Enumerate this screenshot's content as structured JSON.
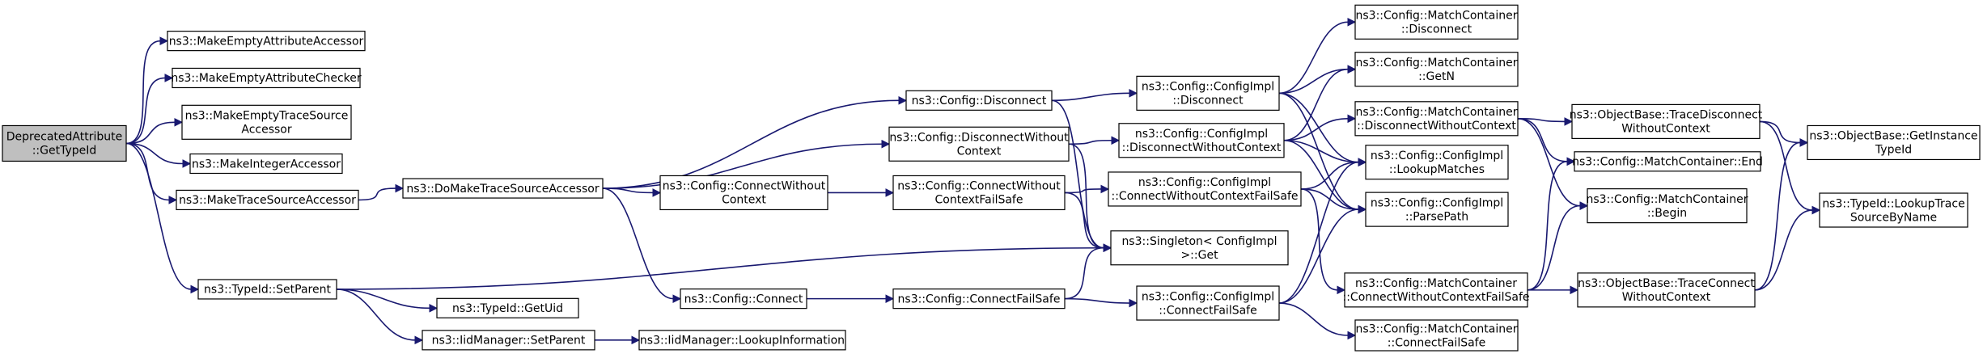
{
  "diagram": {
    "type": "call-graph",
    "nodes": [
      {
        "id": "root",
        "lines": [
          "DeprecatedAttribute",
          "::GetTypeId"
        ],
        "root": true
      },
      {
        "id": "mkEmptyAttrAcc",
        "lines": [
          "ns3::MakeEmptyAttributeAccessor"
        ]
      },
      {
        "id": "mkEmptyAttrChk",
        "lines": [
          "ns3::MakeEmptyAttributeChecker"
        ]
      },
      {
        "id": "mkEmptyTSA",
        "lines": [
          "ns3::MakeEmptyTraceSource",
          "Accessor"
        ]
      },
      {
        "id": "mkIntAcc",
        "lines": [
          "ns3::MakeIntegerAccessor"
        ]
      },
      {
        "id": "mkTSA",
        "lines": [
          "ns3::MakeTraceSourceAccessor"
        ]
      },
      {
        "id": "typeIdSetParent",
        "lines": [
          "ns3::TypeId::SetParent"
        ]
      },
      {
        "id": "doMakeTSA",
        "lines": [
          "ns3::DoMakeTraceSourceAccessor"
        ]
      },
      {
        "id": "typeIdGetUid",
        "lines": [
          "ns3::TypeId::GetUid"
        ]
      },
      {
        "id": "iidSetParent",
        "lines": [
          "ns3::IidManager::SetParent"
        ]
      },
      {
        "id": "iidLookup",
        "lines": [
          "ns3::IidManager::LookupInformation"
        ]
      },
      {
        "id": "cfgDisconnect",
        "lines": [
          "ns3::Config::Disconnect"
        ]
      },
      {
        "id": "cfgDisconnectWC",
        "lines": [
          "ns3::Config::DisconnectWithout",
          "Context"
        ]
      },
      {
        "id": "cfgConnectWC",
        "lines": [
          "ns3::Config::ConnectWithout",
          "Context"
        ]
      },
      {
        "id": "cfgConnect",
        "lines": [
          "ns3::Config::Connect"
        ]
      },
      {
        "id": "cfgConnectWCFS",
        "lines": [
          "ns3::Config::ConnectWithout",
          "ContextFailSafe"
        ]
      },
      {
        "id": "cfgConnectFS",
        "lines": [
          "ns3::Config::ConnectFailSafe"
        ]
      },
      {
        "id": "implDisconnect",
        "lines": [
          "ns3::Config::ConfigImpl",
          "::Disconnect"
        ]
      },
      {
        "id": "implDisconnectWC",
        "lines": [
          "ns3::Config::ConfigImpl",
          "::DisconnectWithoutContext"
        ]
      },
      {
        "id": "implConnectWCFS",
        "lines": [
          "ns3::Config::ConfigImpl",
          "::ConnectWithoutContextFailSafe"
        ]
      },
      {
        "id": "singletonGet",
        "lines": [
          "ns3::Singleton< ConfigImpl",
          " >::Get"
        ]
      },
      {
        "id": "implConnectFS",
        "lines": [
          "ns3::Config::ConfigImpl",
          "::ConnectFailSafe"
        ]
      },
      {
        "id": "mcDisconnect",
        "lines": [
          "ns3::Config::MatchContainer",
          "::Disconnect"
        ]
      },
      {
        "id": "mcGetN",
        "lines": [
          "ns3::Config::MatchContainer",
          "::GetN"
        ]
      },
      {
        "id": "mcDisconnectWC",
        "lines": [
          "ns3::Config::MatchContainer",
          "::DisconnectWithoutContext"
        ]
      },
      {
        "id": "implLookupMatches",
        "lines": [
          "ns3::Config::ConfigImpl",
          "::LookupMatches"
        ]
      },
      {
        "id": "implParsePath",
        "lines": [
          "ns3::Config::ConfigImpl",
          "::ParsePath"
        ]
      },
      {
        "id": "mcConnectWCFS",
        "lines": [
          "ns3::Config::MatchContainer",
          "::ConnectWithoutContextFailSafe"
        ]
      },
      {
        "id": "mcConnectFS",
        "lines": [
          "ns3::Config::MatchContainer",
          "::ConnectFailSafe"
        ]
      },
      {
        "id": "obTraceDisconnectWC",
        "lines": [
          "ns3::ObjectBase::TraceDisconnect",
          "WithoutContext"
        ]
      },
      {
        "id": "mcEnd",
        "lines": [
          "ns3::Config::MatchContainer::End"
        ]
      },
      {
        "id": "mcBegin",
        "lines": [
          "ns3::Config::MatchContainer",
          "::Begin"
        ]
      },
      {
        "id": "obTraceConnectWC",
        "lines": [
          "ns3::ObjectBase::TraceConnect",
          "WithoutContext"
        ]
      },
      {
        "id": "obGetInstanceTypeId",
        "lines": [
          "ns3::ObjectBase::GetInstance",
          "TypeId"
        ]
      },
      {
        "id": "typeIdLookupTSBN",
        "lines": [
          "ns3::TypeId::LookupTrace",
          "SourceByName"
        ]
      }
    ],
    "edges": [
      [
        "root",
        "mkEmptyAttrAcc"
      ],
      [
        "root",
        "mkEmptyAttrChk"
      ],
      [
        "root",
        "mkEmptyTSA"
      ],
      [
        "root",
        "mkIntAcc"
      ],
      [
        "root",
        "mkTSA"
      ],
      [
        "root",
        "typeIdSetParent"
      ],
      [
        "mkTSA",
        "doMakeTSA"
      ],
      [
        "doMakeTSA",
        "cfgDisconnect"
      ],
      [
        "doMakeTSA",
        "cfgDisconnectWC"
      ],
      [
        "doMakeTSA",
        "cfgConnectWC"
      ],
      [
        "doMakeTSA",
        "cfgConnect"
      ],
      [
        "typeIdSetParent",
        "singletonGet"
      ],
      [
        "typeIdSetParent",
        "typeIdGetUid"
      ],
      [
        "typeIdSetParent",
        "iidSetParent"
      ],
      [
        "iidSetParent",
        "iidLookup"
      ],
      [
        "cfgDisconnect",
        "implDisconnect"
      ],
      [
        "cfgDisconnect",
        "singletonGet"
      ],
      [
        "cfgDisconnectWC",
        "implDisconnectWC"
      ],
      [
        "cfgDisconnectWC",
        "singletonGet"
      ],
      [
        "cfgConnectWC",
        "cfgConnectWCFS"
      ],
      [
        "cfgConnect",
        "cfgConnectFS"
      ],
      [
        "cfgConnectWCFS",
        "implConnectWCFS"
      ],
      [
        "cfgConnectWCFS",
        "singletonGet"
      ],
      [
        "cfgConnectFS",
        "implConnectFS"
      ],
      [
        "cfgConnectFS",
        "singletonGet"
      ],
      [
        "implDisconnect",
        "mcDisconnect"
      ],
      [
        "implDisconnect",
        "mcGetN"
      ],
      [
        "implDisconnect",
        "implLookupMatches"
      ],
      [
        "implDisconnect",
        "implParsePath"
      ],
      [
        "implDisconnectWC",
        "mcGetN"
      ],
      [
        "implDisconnectWC",
        "mcDisconnectWC"
      ],
      [
        "implDisconnectWC",
        "implLookupMatches"
      ],
      [
        "implDisconnectWC",
        "implParsePath"
      ],
      [
        "implConnectWCFS",
        "implLookupMatches"
      ],
      [
        "implConnectWCFS",
        "implParsePath"
      ],
      [
        "implConnectWCFS",
        "mcConnectWCFS"
      ],
      [
        "implConnectFS",
        "implLookupMatches"
      ],
      [
        "implConnectFS",
        "implParsePath"
      ],
      [
        "implConnectFS",
        "mcConnectFS"
      ],
      [
        "mcDisconnectWC",
        "obTraceDisconnectWC"
      ],
      [
        "mcDisconnectWC",
        "mcEnd"
      ],
      [
        "mcDisconnectWC",
        "mcBegin"
      ],
      [
        "mcConnectWCFS",
        "mcEnd"
      ],
      [
        "mcConnectWCFS",
        "mcBegin"
      ],
      [
        "mcConnectWCFS",
        "obTraceConnectWC"
      ],
      [
        "obTraceDisconnectWC",
        "obGetInstanceTypeId"
      ],
      [
        "obTraceDisconnectWC",
        "typeIdLookupTSBN"
      ],
      [
        "obTraceConnectWC",
        "obGetInstanceTypeId"
      ],
      [
        "obTraceConnectWC",
        "typeIdLookupTSBN"
      ]
    ]
  }
}
